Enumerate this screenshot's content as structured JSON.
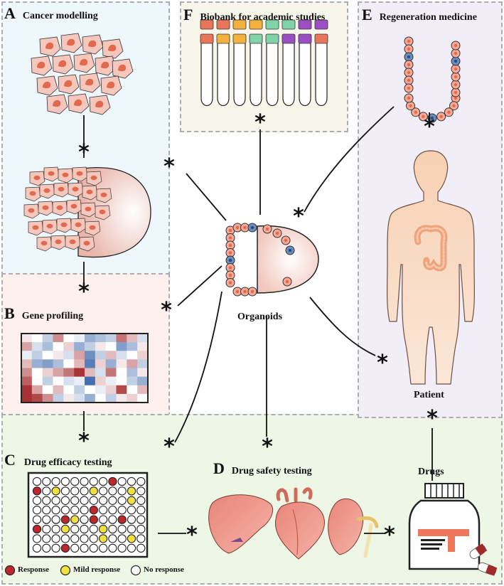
{
  "panels": {
    "a": {
      "letter": "A",
      "title": "Cancer modelling"
    },
    "b": {
      "letter": "B",
      "title": "Gene profiling"
    },
    "c": {
      "letter": "C",
      "title": "Drug efficacy testing"
    },
    "d": {
      "letter": "D",
      "title": "Drug safety testing"
    },
    "e": {
      "letter": "E",
      "title": "Regeneration medicine"
    },
    "f": {
      "letter": "F",
      "title": "Biobank for academic studies"
    }
  },
  "center_label": "Organoids",
  "patient_label": "Patient",
  "drugs_label": "Drugs",
  "legend": {
    "response": "Response",
    "mild": "Mild response",
    "none": "No response"
  },
  "colors": {
    "panel_a_bg": "#eef7fb",
    "panel_b_bg": "#fdf0ee",
    "panel_cd_bg": "#eef6e6",
    "panel_e_bg": "#f2eef8",
    "panel_f_bg": "#f8f6ea",
    "cell_fill": "#f6c8bd",
    "nucleus": "#e0694e",
    "blue_cell": "#6b8fc0",
    "response": "#c0272d",
    "mild": "#f0e040",
    "heatmap_red": "#9e1b1d",
    "heatmap_blue": "#2f5fa8"
  },
  "plate": {
    "rows": 8,
    "cols": 12,
    "response_wells": [
      [
        0,
        8
      ],
      [
        1,
        0
      ],
      [
        3,
        6
      ],
      [
        4,
        3
      ],
      [
        4,
        6
      ],
      [
        4,
        9
      ],
      [
        5,
        0
      ],
      [
        7,
        3
      ]
    ],
    "mild_wells": [
      [
        1,
        2
      ],
      [
        1,
        6
      ],
      [
        1,
        10
      ],
      [
        2,
        10
      ],
      [
        4,
        4
      ],
      [
        5,
        3
      ],
      [
        5,
        7
      ],
      [
        6,
        7
      ],
      [
        6,
        10
      ]
    ]
  },
  "heatmap": [
    [
      0.1,
      0.0,
      -0.3,
      0.5,
      0.0,
      -0.1,
      -0.5,
      -0.4,
      -0.3,
      0.6,
      0.3,
      -0.2
    ],
    [
      0.4,
      -0.2,
      -0.4,
      0.0,
      0.2,
      -0.5,
      -0.3,
      0.1,
      0.0,
      -0.6,
      -0.4,
      0.1
    ],
    [
      -0.1,
      -0.3,
      0.0,
      0.1,
      -0.2,
      0.4,
      -0.7,
      -0.3,
      0.3,
      -0.2,
      0.0,
      0.2
    ],
    [
      0.3,
      -0.5,
      -0.6,
      -0.4,
      0.0,
      0.3,
      -0.8,
      0.2,
      -0.5,
      0.1,
      0.4,
      -0.3
    ],
    [
      0.5,
      0.0,
      0.2,
      0.4,
      0.6,
      0.9,
      0.3,
      -0.2,
      0.6,
      0.0,
      -0.4,
      0.1
    ],
    [
      0.7,
      0.0,
      -0.3,
      0.0,
      -0.2,
      -0.1,
      -0.9,
      0.2,
      -0.1,
      0.0,
      -0.3,
      -0.5
    ],
    [
      0.9,
      0.4,
      0.0,
      0.3,
      0.0,
      -0.3,
      0.0,
      -0.1,
      0.2,
      0.8,
      0.0,
      0.3
    ],
    [
      0.9,
      0.8,
      0.5,
      -0.3,
      0.1,
      -0.2,
      -0.5,
      0.0,
      -0.3,
      0.1,
      0.2,
      0.0
    ]
  ],
  "biobank_caps": [
    "#e8765a",
    "#e8765a",
    "#f2b13d",
    "#f2b13d",
    "#7fd3a6",
    "#7fd3a6",
    "#9b4fc1",
    "#9b4fc1"
  ]
}
